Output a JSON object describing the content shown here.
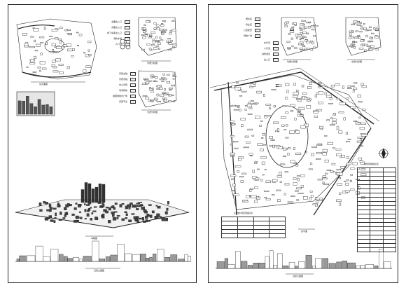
{
  "colors": {
    "ink": "#1a1a1a",
    "paper": "#ffffff",
    "hatch": "#3a3a3a",
    "road": "#ffffff"
  },
  "icons": {
    "north_arrow": "north-arrow-icon"
  },
  "left_sheet": {
    "master_plan_caption": "总平面图",
    "aerial_caption": "鸟瞰图",
    "elevation_caption": "沿街立面图",
    "inset_b_caption": "景观分析图",
    "inset_c_caption": "交通分析图",
    "legend_a": [
      {
        "label": "主要出入口"
      },
      {
        "label": "次要出入口"
      },
      {
        "label": "地下车库出入口"
      },
      {
        "label": "消防车道"
      },
      {
        "label": "人行道"
      }
    ],
    "legend_b": [
      {
        "label": "景观主轴"
      },
      {
        "label": "景观次轴"
      },
      {
        "label": "中心景观"
      },
      {
        "label": "宅间绿地"
      },
      {
        "label": "组团绿地及广场"
      },
      {
        "label": "景观节点"
      }
    ]
  },
  "right_sheet": {
    "plan_caption": "总平面",
    "elevation_caption": "沿街立面图",
    "inset_a_caption": "功能分析图",
    "inset_b_caption": "交通分析图",
    "legend_a": [
      {
        "label": "居住区"
      },
      {
        "label": "商业区"
      },
      {
        "label": "公建配套"
      },
      {
        "label": "绿地广场"
      }
    ],
    "legend_b": [
      {
        "label": "车行道"
      },
      {
        "label": "人行道"
      },
      {
        "label": "消防通道"
      },
      {
        "label": "出入口"
      }
    ],
    "table_tech_title": "主要技术经济指标表",
    "table_tech_rows": [
      [
        "",
        "",
        "",
        ""
      ],
      [
        "",
        "",
        "",
        ""
      ],
      [
        "",
        "",
        "",
        ""
      ],
      [
        "",
        "",
        "",
        ""
      ],
      [
        "",
        "",
        "",
        ""
      ]
    ],
    "table_area_title": "规划用地指标表",
    "table_area_rows": [
      [
        "",
        "",
        ""
      ],
      [
        "",
        "",
        ""
      ],
      [
        "",
        "",
        ""
      ],
      [
        "",
        "",
        ""
      ],
      [
        "",
        "",
        ""
      ],
      [
        "",
        "",
        ""
      ],
      [
        "",
        "",
        ""
      ],
      [
        "",
        "",
        ""
      ],
      [
        "",
        "",
        ""
      ],
      [
        "",
        "",
        ""
      ],
      [
        "",
        "",
        ""
      ],
      [
        "",
        "",
        ""
      ],
      [
        "",
        "",
        ""
      ],
      [
        "",
        "",
        ""
      ],
      [
        "",
        "",
        ""
      ],
      [
        "",
        "",
        ""
      ],
      [
        "",
        "",
        ""
      ],
      [
        "",
        "",
        ""
      ],
      [
        "",
        "",
        ""
      ],
      [
        "",
        "",
        ""
      ]
    ]
  }
}
